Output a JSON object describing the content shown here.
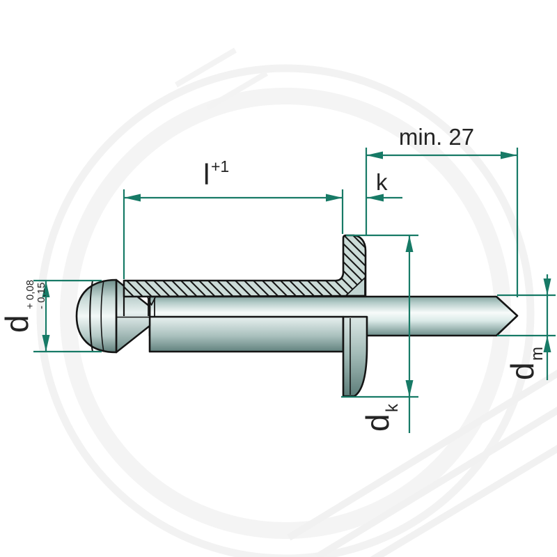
{
  "figure": {
    "type": "technical-drawing",
    "subject": "blind rivet with large flange head and protruding mandrel, half-section view"
  },
  "labels": {
    "mandrel_min_length": "min. 27",
    "head_height": "k",
    "body_length_main": "l",
    "body_length_sup": "+1",
    "body_dia_main": "d",
    "body_dia_tol_plus": "+ 0,08",
    "body_dia_tol_minus": "- 0,15",
    "head_dia_main": "d",
    "head_dia_sub": "k",
    "mandrel_dia_main": "d",
    "mandrel_dia_sub": "m"
  },
  "colors": {
    "background": "#ffffff",
    "dimension_lines": "#177a66",
    "outline": "#141414",
    "text": "#242424",
    "hatch_fill": "#ccdcd8",
    "metal_highlight": "#f2f8f7",
    "metal_shadow": "#5d7d79",
    "watermark": "#f1f1f1"
  }
}
